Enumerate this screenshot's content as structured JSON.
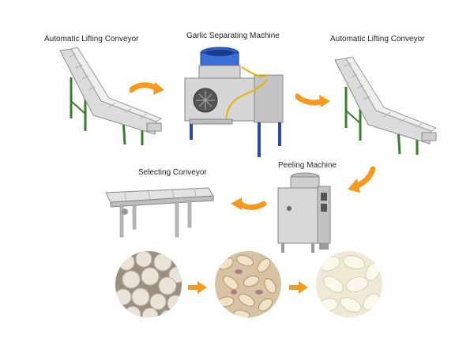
{
  "labels": {
    "lift1": "Automatic Lifting Conveyor",
    "separator": "Garlic Separating Machine",
    "lift2": "Automatic Lifting Conveyor",
    "selecting": "Selecting Conveyor",
    "peeling": "Peeling Machine"
  },
  "colors": {
    "arrow": "#f59a1f",
    "steel": "#c8c8c8",
    "green_frame": "#3a7d2c",
    "blue_leg": "#2b4aa8"
  },
  "icons": {
    "flow_arrow": "curved-arrow-icon",
    "stage_arrow": "right-arrow-icon"
  }
}
